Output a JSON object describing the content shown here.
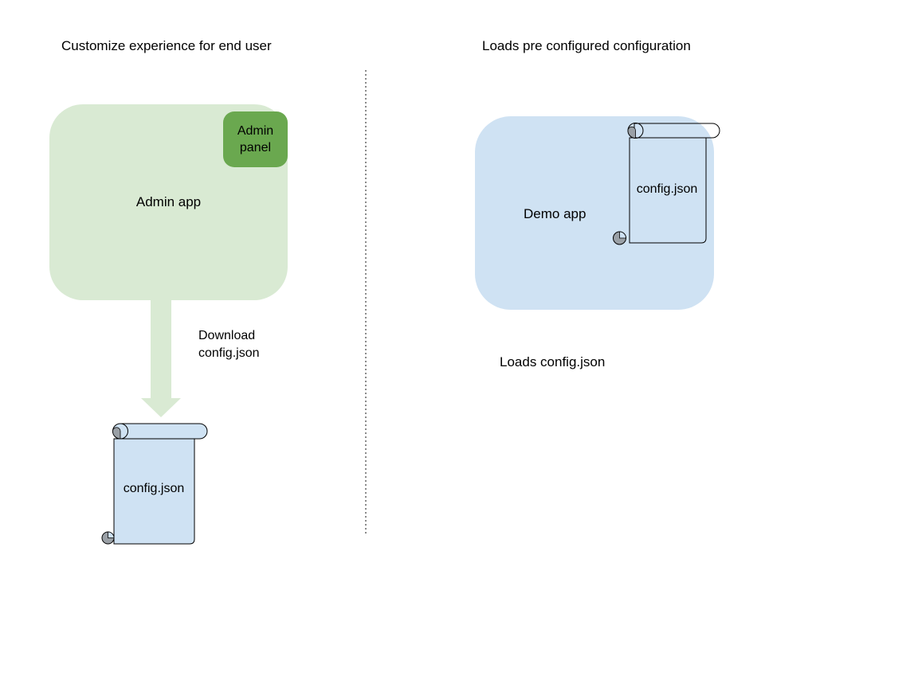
{
  "colors": {
    "background": "#ffffff",
    "light_green": "#d9ead3",
    "green": "#6aa84f",
    "light_blue": "#cfe2f3",
    "outline": "#000000",
    "curl_gray": "#9aa0a6",
    "divider_gray": "#8a8a8a",
    "text": "#000000"
  },
  "left_panel": {
    "heading": "Customize experience for end user",
    "admin_app_label": "Admin app",
    "admin_panel_label": "Admin\npanel",
    "download_label": "Download\nconfig.json",
    "config_scroll_label": "config.json"
  },
  "right_panel": {
    "heading": "Loads pre configured configuration",
    "demo_app_label": "Demo app",
    "config_scroll_label": "config.json",
    "caption": "Loads config.json"
  }
}
